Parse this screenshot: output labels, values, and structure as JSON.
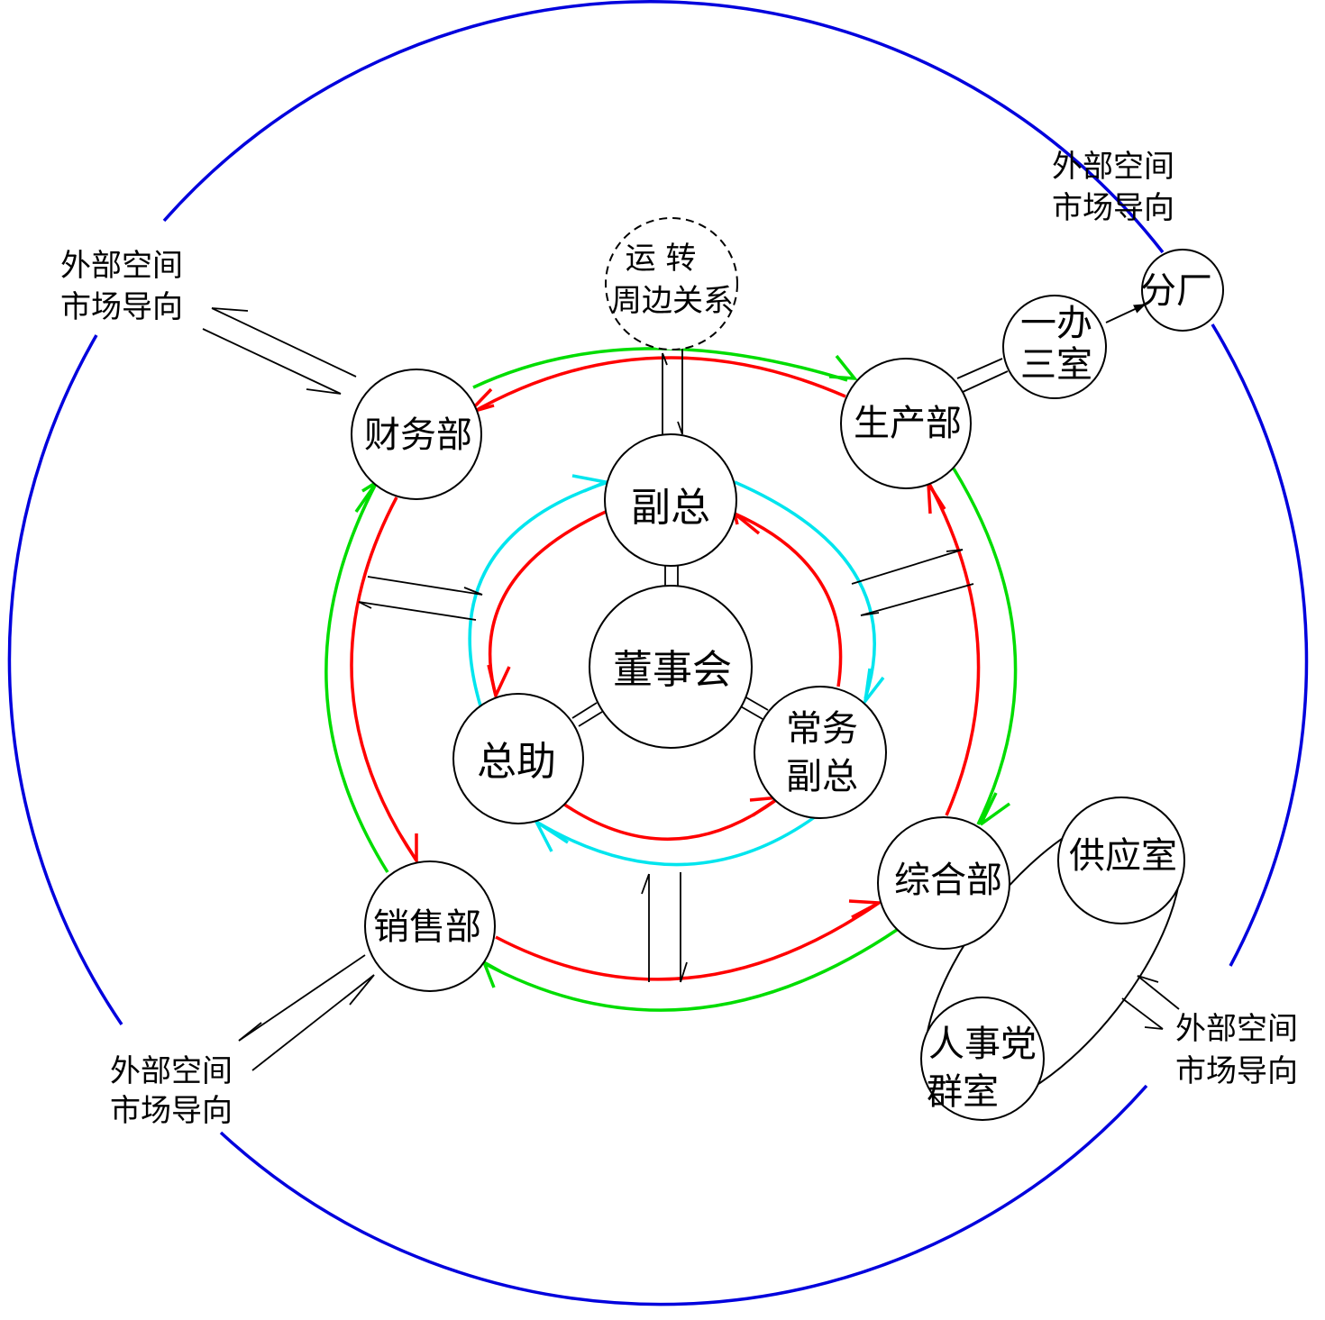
{
  "colors": {
    "outer_ring": "#0000dd",
    "flow_red": "#ff0000",
    "flow_green": "#00dd00",
    "flow_cyan": "#00e5ee",
    "node_stroke": "#000000"
  },
  "nodes": {
    "board": "董事会",
    "vice_gm": "副总",
    "gm_assistant": "总助",
    "exec_vice_gm": {
      "line1": "常务",
      "line2": "副总"
    },
    "finance": "财务部",
    "production": "生产部",
    "sales": "销售部",
    "general": "综合部",
    "operations": {
      "line1": "运 转",
      "line2": "周边关系"
    },
    "office": {
      "line1": "一办",
      "line2": "三室"
    },
    "branch": "分厂",
    "supply": "供应室",
    "hr_party": {
      "line1": "人事党",
      "line2": "群室"
    }
  },
  "external": {
    "top_left": {
      "line1": "外部空间",
      "line2": "市场导向"
    },
    "top_right": {
      "line1": "外部空间",
      "line2": "市场导向"
    },
    "bottom_left": {
      "line1": "外部空间",
      "line2": "市场导向"
    },
    "bottom_right": {
      "line1": "外部空间",
      "line2": "市场导向"
    }
  }
}
